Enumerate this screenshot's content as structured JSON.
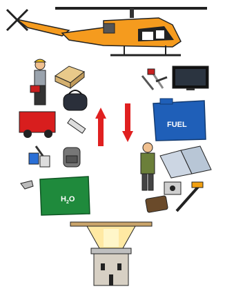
{
  "labels": {
    "fuel": "FUEL",
    "water_main": "H",
    "water_sub": "2",
    "water_tail": "O"
  },
  "colors": {
    "helicopter": "#f59b1e",
    "fuel_tank": "#1f5fb8",
    "water_tank": "#1f8a3c",
    "arrow": "#e02020",
    "generator": "#d81e1e"
  },
  "icons": [
    "helicopter-icon",
    "worker-icon",
    "crate-icon",
    "bag-icon",
    "tools-icon",
    "tv-icon",
    "fuel-tank-icon",
    "generator-icon",
    "flashlight-icon",
    "up-arrow-icon",
    "down-arrow-icon",
    "paint-icon",
    "backpack-icon",
    "soldier-icon",
    "solar-panel-icon",
    "radio-icon",
    "drill-icon",
    "water-tank-icon",
    "briefcase-icon",
    "jackhammer-icon",
    "lighthouse-icon"
  ]
}
